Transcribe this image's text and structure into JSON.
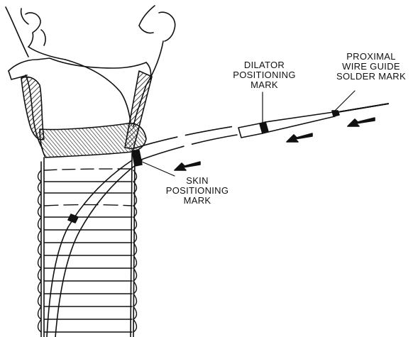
{
  "labels": {
    "proximal": [
      "PROXIMAL",
      "WIRE GUIDE",
      "SOLDER MARK"
    ],
    "dilator": [
      "DILATOR",
      "POSITIONING",
      "MARK"
    ],
    "skin": [
      "SKIN",
      "POSITIONING",
      "MARK"
    ]
  },
  "colors": {
    "ink": "#111111",
    "background": "#ffffff"
  }
}
